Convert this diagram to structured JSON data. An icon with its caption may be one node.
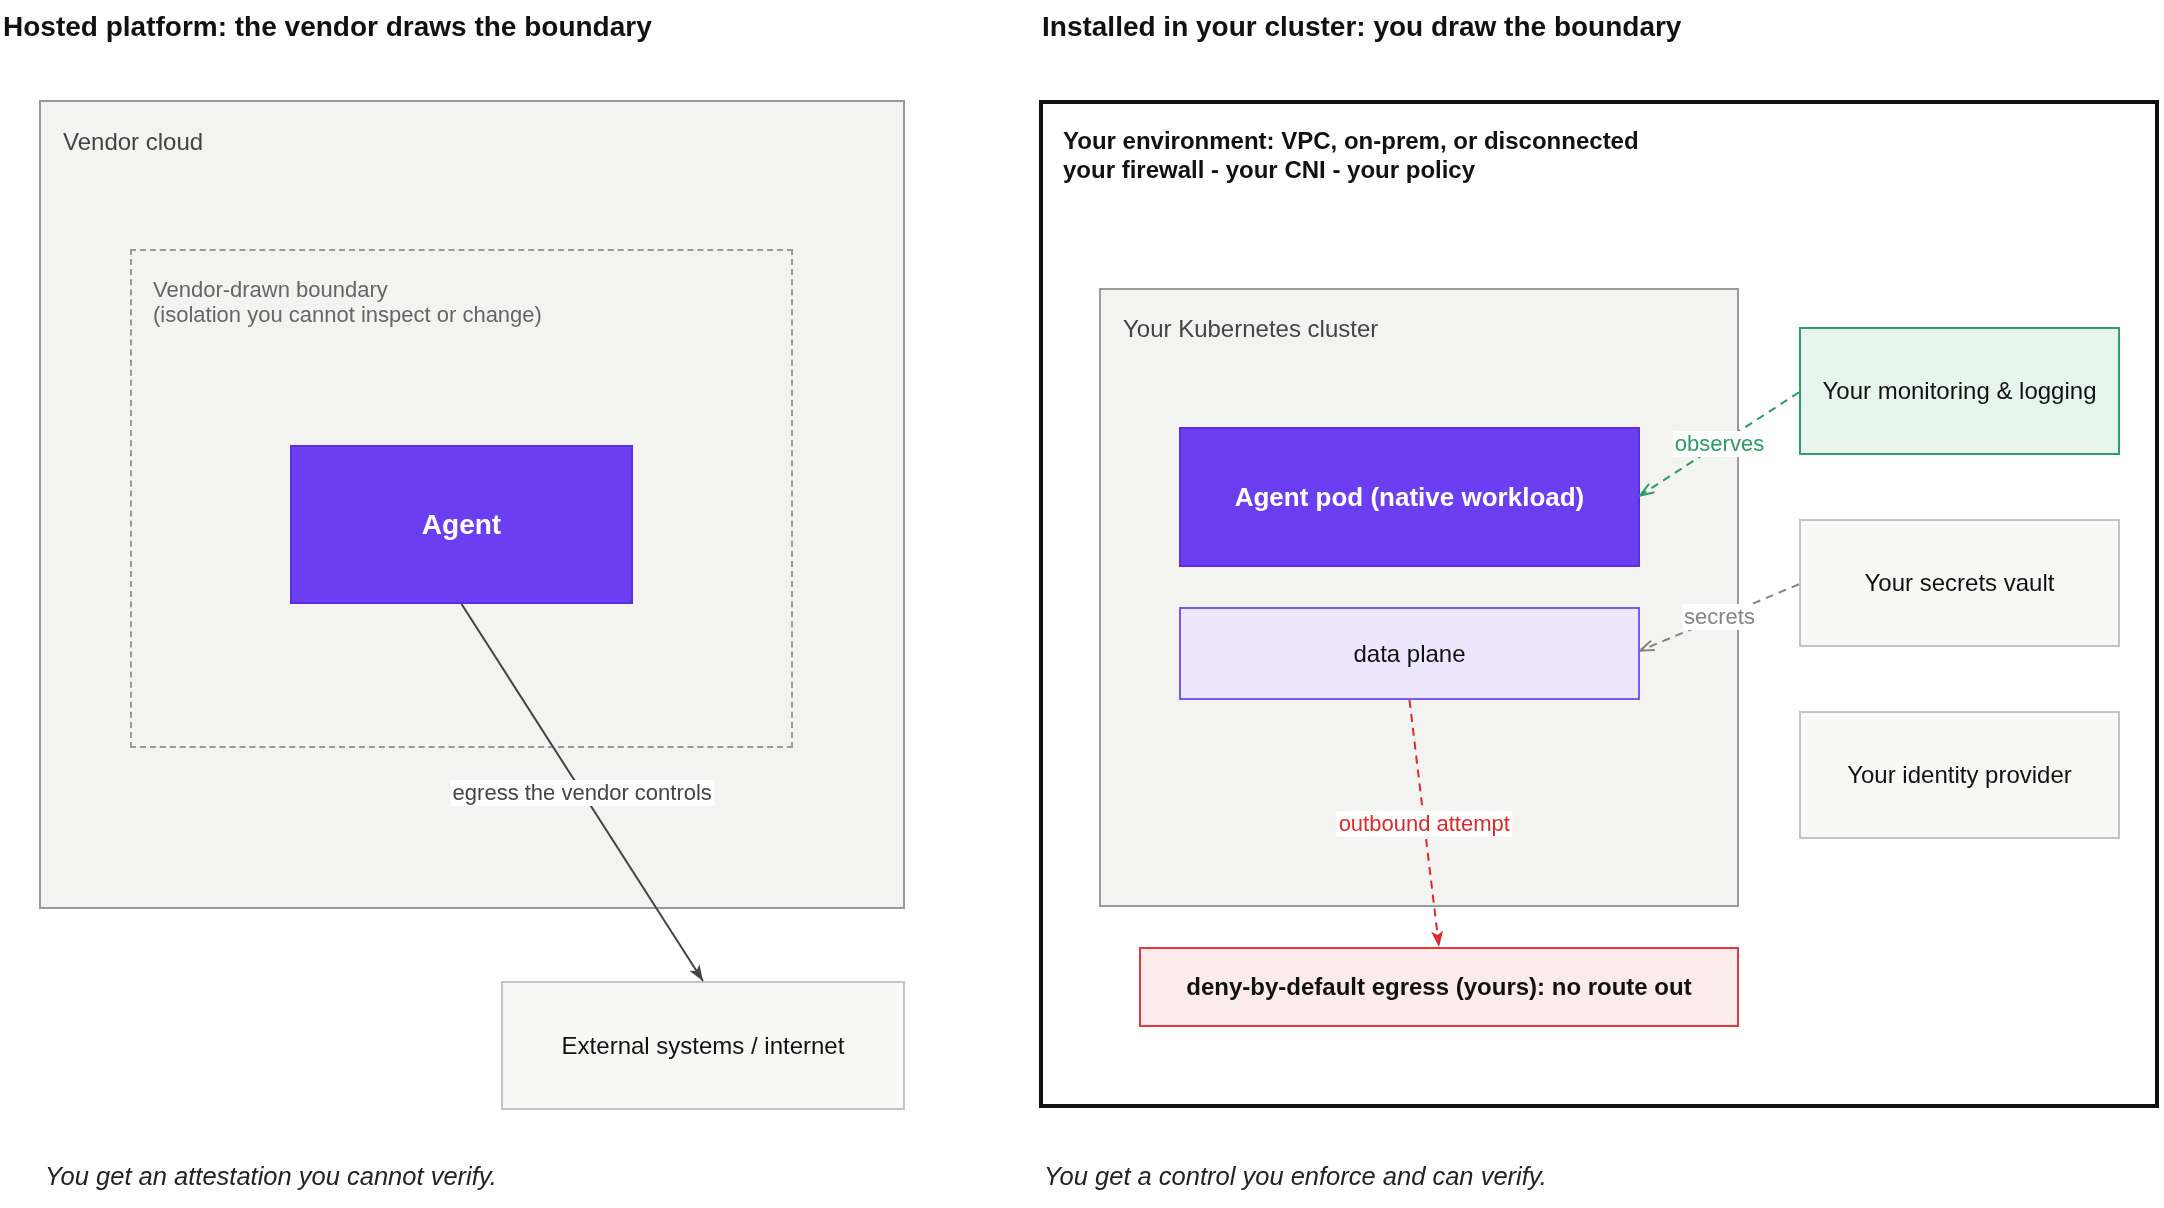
{
  "diagram": {
    "nodes": [
      {
        "text": [
          "Vendor cloud"
        ]
      },
      {
        "text": [
          "Vendor-drawn boundary",
          "(isolation you cannot inspect or change)"
        ],
        "in": 0
      },
      {
        "text": [
          "Agent"
        ],
        "in": 1
      },
      {
        "text": [
          "External systems / internet"
        ]
      },
      {
        "text": [
          "Your environment: VPC, on-prem, or disconnected",
          "your firewall - your CNI - your policy"
        ]
      },
      {
        "text": [
          "Your Kubernetes cluster"
        ],
        "in": 4
      },
      {
        "text": [
          "Agent pod (native workload)"
        ],
        "in": 5
      },
      {
        "text": [
          "data plane"
        ],
        "in": 5
      },
      {
        "text": [
          "Your monitoring & logging"
        ],
        "in": 4
      },
      {
        "text": [
          "Your secrets vault"
        ],
        "in": 4
      },
      {
        "text": [
          "Your identity provider"
        ],
        "in": 4
      },
      {
        "text": [
          "deny-by-default egress (yours): no route out"
        ],
        "in": 4
      }
    ],
    "edges": [
      {
        "from": 2,
        "to": 3,
        "arrow": "to",
        "label": "egress the vendor controls"
      },
      {
        "from": 8,
        "to": 6,
        "arrow": "to",
        "label": "observes",
        "style": "dashed",
        "color": "#2a9d64"
      },
      {
        "from": 9,
        "to": 7,
        "arrow": "to",
        "label": "secrets",
        "style": "dashed",
        "color": "#858585"
      },
      {
        "from": 7,
        "to": 11,
        "arrow": "to",
        "label": "outbound attempt",
        "style": "dashed",
        "color": "#e0282c"
      }
    ],
    "labels": [
      "Hosted platform: the vendor draws the boundary",
      "Installed in your cluster: you draw the boundary",
      "You get an attestation you cannot verify.",
      "You get a control you enforce and can verify."
    ]
  }
}
